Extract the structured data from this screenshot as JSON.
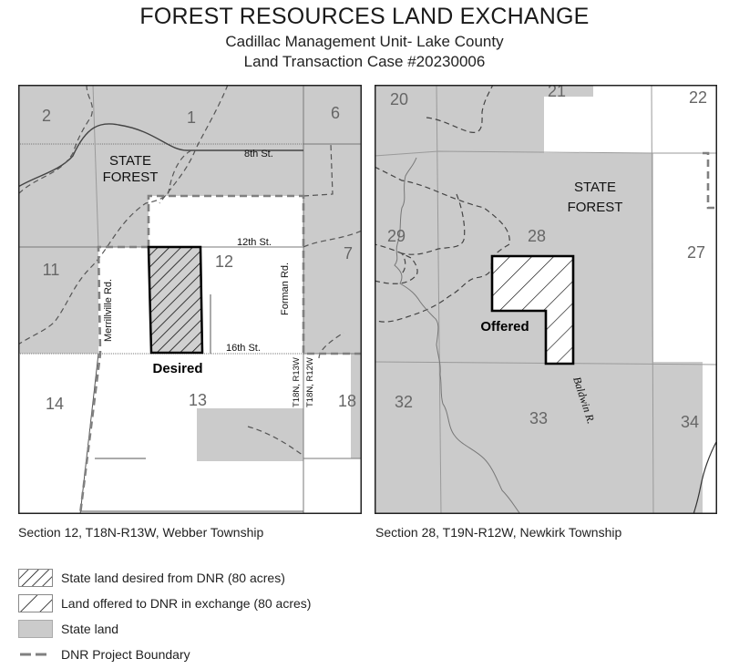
{
  "header": {
    "title": "FOREST RESOURCES LAND EXCHANGE",
    "subtitle": "Cadillac Management Unit- Lake County",
    "case": "Land Transaction Case #20230006"
  },
  "colors": {
    "state_land": "#cbcbcb",
    "private_land": "#ffffff",
    "parcel_outline": "#000000",
    "section_line": "#7a7a7a",
    "project_boundary": "#808080",
    "label_gray": "#666666"
  },
  "left_map": {
    "caption": "Section 12, T18N-R13W, Webber Township",
    "sections": [
      "2",
      "1",
      "6",
      "11",
      "12",
      "7",
      "14",
      "13",
      "18"
    ],
    "forest_label_1": "STATE",
    "forest_label_2": "FOREST",
    "roads": {
      "r8th": "8th St.",
      "r12th": "12th St.",
      "r16th": "16th St.",
      "merrillville": "Merrillville Rd.",
      "forman": "Forman Rd."
    },
    "range_left": "T18N, R13W",
    "range_right": "T18N, R12W",
    "parcel_label": "Desired"
  },
  "right_map": {
    "caption": "Section 28, T19N-R12W, Newkirk Township",
    "sections": [
      "20",
      "21",
      "22",
      "29",
      "28",
      "27",
      "32",
      "33",
      "34"
    ],
    "forest_label_1": "STATE",
    "forest_label_2": "FOREST",
    "river": "Baldwin R.",
    "parcel_label": "Offered"
  },
  "legend": {
    "items": [
      {
        "label": "State land desired from DNR (80 acres)",
        "symbol": "dense-hatch"
      },
      {
        "label": "Land offered to DNR in exchange (80 acres)",
        "symbol": "sparse-hatch"
      },
      {
        "label": "State land",
        "symbol": "gray-fill"
      },
      {
        "label": "DNR Project Boundary",
        "symbol": "dashed-line"
      }
    ]
  }
}
